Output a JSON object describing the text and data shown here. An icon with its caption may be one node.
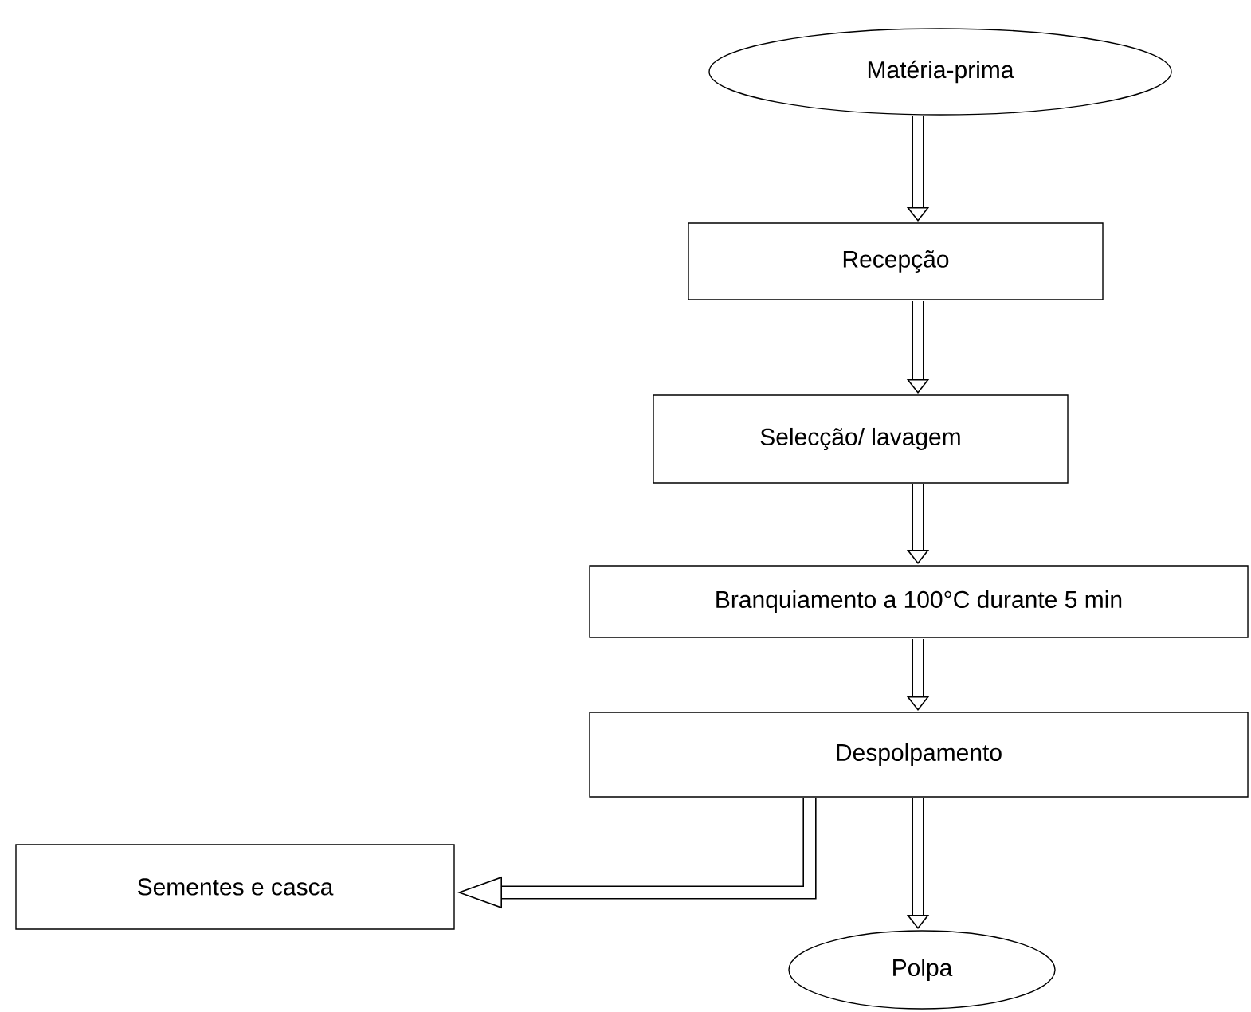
{
  "diagram": {
    "nodes": [
      {
        "text": [
          "Matéria-prima"
        ]
      },
      {
        "text": [
          "Recepção"
        ]
      },
      {
        "text": [
          "Selecção/ lavagem"
        ]
      },
      {
        "text": [
          "Branquiamento a 100°C durante 5 min"
        ]
      },
      {
        "text": [
          "Despolpamento"
        ]
      },
      {
        "text": [
          "Sementes e casca"
        ]
      },
      {
        "text": [
          "Polpa"
        ]
      }
    ],
    "edges": [
      {
        "from": 0,
        "to": 1,
        "arrow": "to"
      },
      {
        "from": 1,
        "to": 2,
        "arrow": "to"
      },
      {
        "from": 2,
        "to": 3,
        "arrow": "to"
      },
      {
        "from": 3,
        "to": 4,
        "arrow": "to"
      },
      {
        "from": 4,
        "to": 6,
        "arrow": "to"
      },
      {
        "from": 4,
        "to": 5,
        "arrow": "to"
      }
    ]
  }
}
